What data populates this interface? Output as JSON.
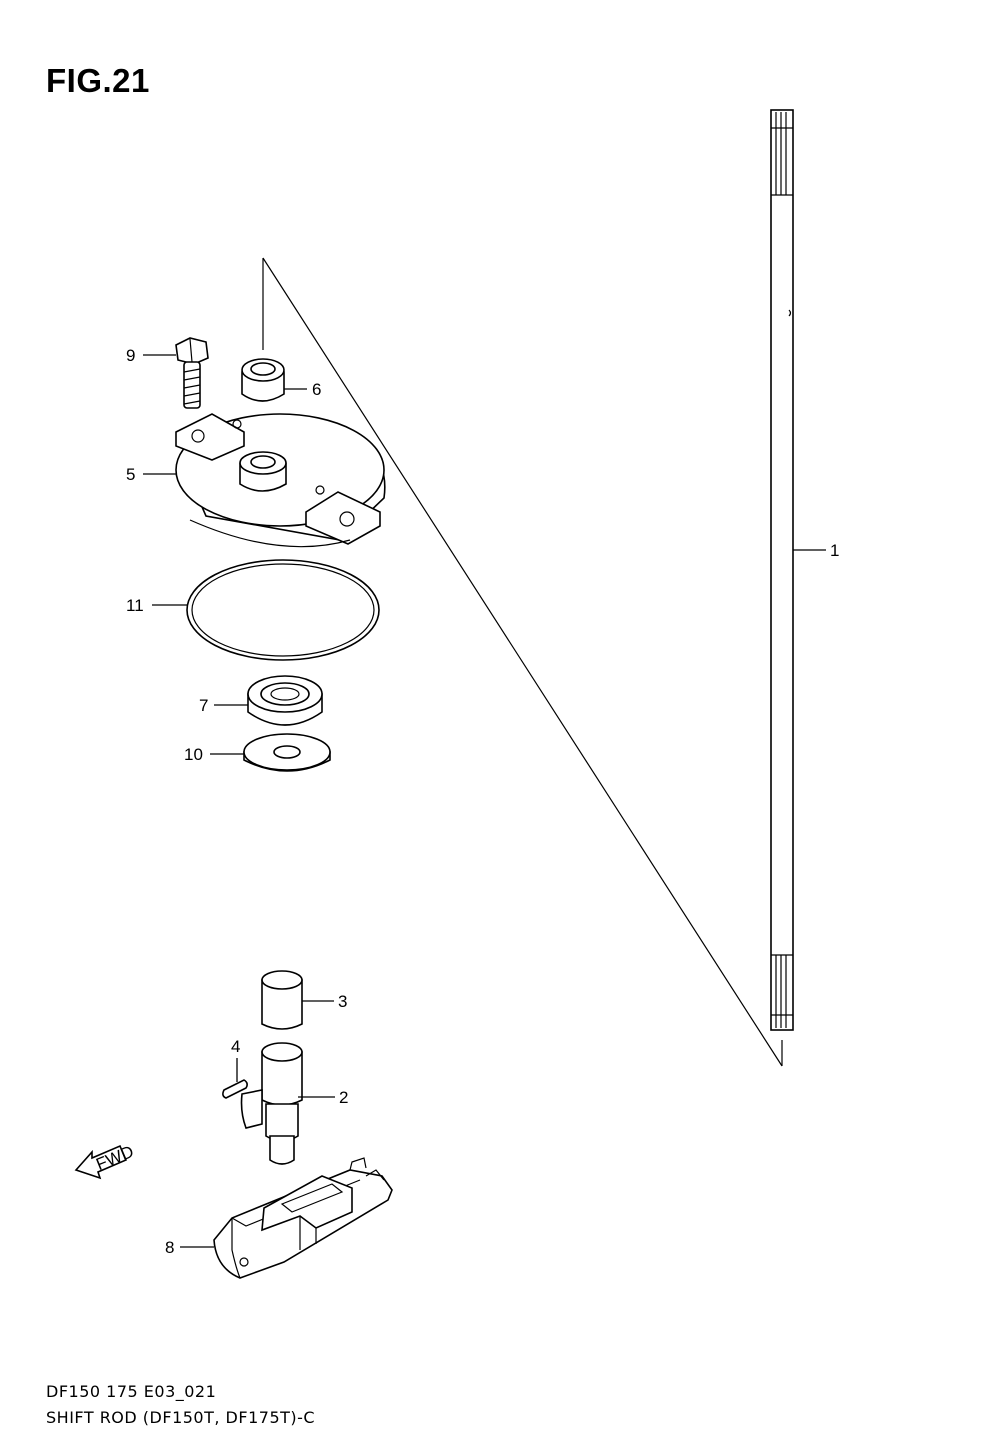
{
  "figure": {
    "title": "FIG.21"
  },
  "fwd_label": "FWD",
  "callouts": [
    {
      "id": "1",
      "label": "1"
    },
    {
      "id": "2",
      "label": "2"
    },
    {
      "id": "3",
      "label": "3"
    },
    {
      "id": "4",
      "label": "4"
    },
    {
      "id": "5",
      "label": "5"
    },
    {
      "id": "6",
      "label": "6"
    },
    {
      "id": "7",
      "label": "7"
    },
    {
      "id": "8",
      "label": "8"
    },
    {
      "id": "9",
      "label": "9"
    },
    {
      "id": "10",
      "label": "10"
    },
    {
      "id": "11",
      "label": "11"
    }
  ],
  "footer": {
    "code": "DF150 175 E03_021",
    "caption": "SHIFT ROD (DF150T, DF175T)-C"
  }
}
